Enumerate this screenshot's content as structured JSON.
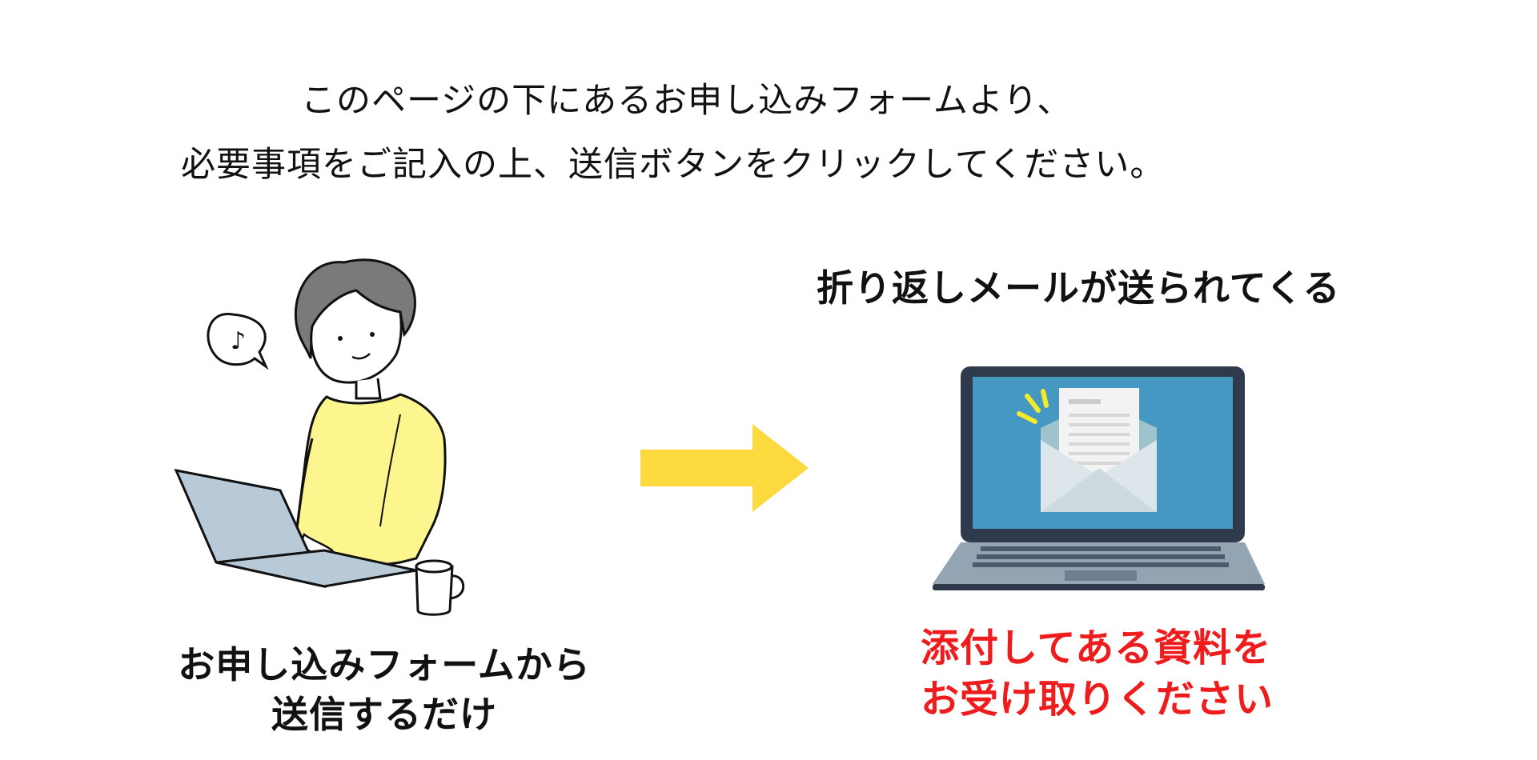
{
  "intro": {
    "line1": "このページの下にあるお申し込みフォームより、",
    "line2": "必要事項をご記入の上、送信ボタンをクリックしてください。"
  },
  "left": {
    "caption_line1": "お申し込みフォームから",
    "caption_line2": "送信するだけ",
    "illustration": "woman-using-laptop-illustration"
  },
  "arrow": {
    "icon": "right-arrow-icon",
    "color": "#fcd93c"
  },
  "right": {
    "title": "折り返しメールが送られてくる",
    "illustration": "laptop-with-email-illustration",
    "caption_line1": "添付してある資料を",
    "caption_line2": "お受け取りください",
    "caption_color": "#ee1c1c"
  }
}
